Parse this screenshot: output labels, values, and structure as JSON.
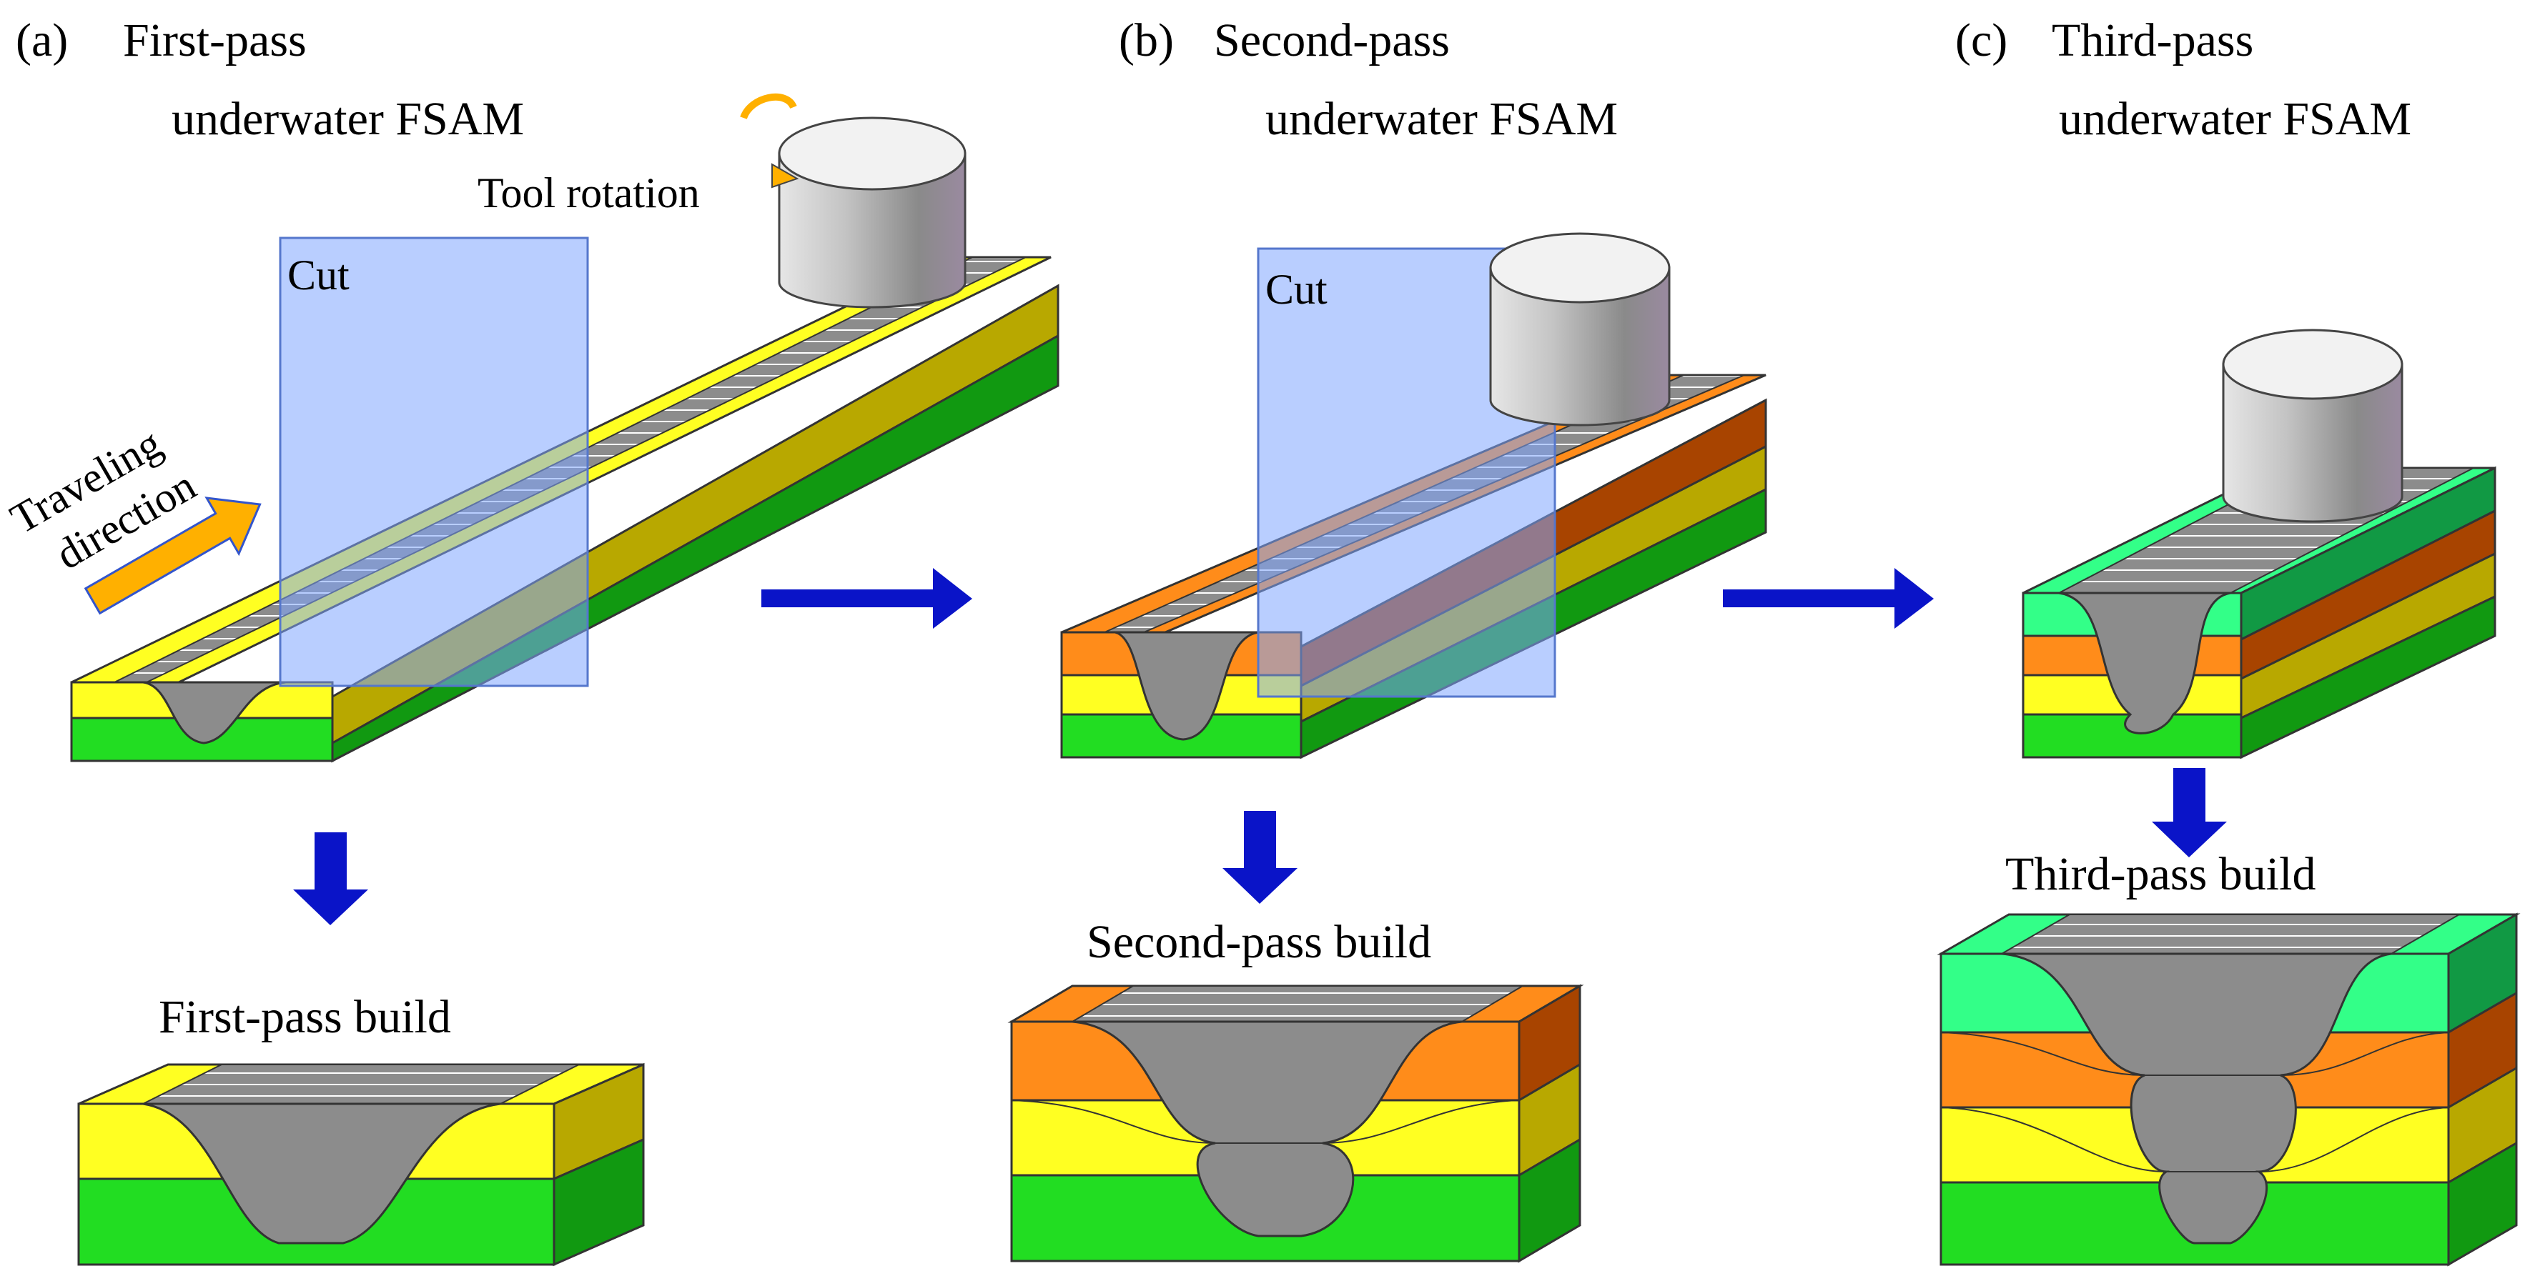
{
  "panels": [
    {
      "tag": "(a)",
      "title_line1": "First-pass",
      "title_line2": "underwater FSAM",
      "build_label": "First-pass build"
    },
    {
      "tag": "(b)",
      "title_line1": "Second-pass",
      "title_line2": "underwater FSAM",
      "build_label": "Second-pass build"
    },
    {
      "tag": "(c)",
      "title_line1": "Third-pass",
      "title_line2": "underwater FSAM",
      "build_label": "Third-pass build"
    }
  ],
  "annotations": {
    "tool_rotation": "Tool rotation",
    "cut_a": "Cut",
    "cut_b": "Cut",
    "traveling_line1": "Traveling",
    "traveling_line2": "direction"
  },
  "colors": {
    "layer1_green": "#22dd22",
    "layer2_yellow": "#ffff22",
    "layer3_orange": "#ff8c1a",
    "layer4_mint": "#33ff88",
    "nugget_gray": "#8c8c8c",
    "tool_gray": "#b8b8b8",
    "cut_plane": "#7fa6ff",
    "arrow_blue": "#0a14c8",
    "travel_arrow": "#ffb000"
  }
}
